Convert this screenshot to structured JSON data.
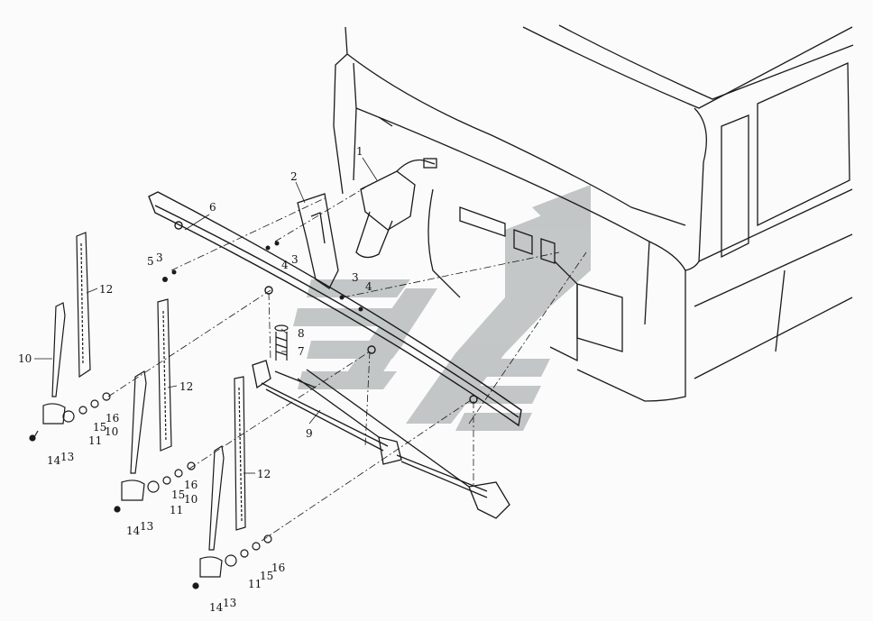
{
  "diagram": {
    "callouts": [
      {
        "id": "c1",
        "text": "1"
      },
      {
        "id": "c2",
        "text": "2"
      },
      {
        "id": "c6",
        "text": "6"
      },
      {
        "id": "c5a",
        "text": "5"
      },
      {
        "id": "c3a",
        "text": "3"
      },
      {
        "id": "c4a",
        "text": "4"
      },
      {
        "id": "c3b",
        "text": "3"
      },
      {
        "id": "c3c",
        "text": "3"
      },
      {
        "id": "c4b",
        "text": "4"
      },
      {
        "id": "c8",
        "text": "8"
      },
      {
        "id": "c7",
        "text": "7"
      },
      {
        "id": "c9",
        "text": "9"
      },
      {
        "id": "c12a",
        "text": "12"
      },
      {
        "id": "c12b",
        "text": "12"
      },
      {
        "id": "c12c",
        "text": "12"
      },
      {
        "id": "c10a",
        "text": "10"
      },
      {
        "id": "c10b",
        "text": "10"
      },
      {
        "id": "c10c",
        "text": "10"
      },
      {
        "id": "c11a",
        "text": "11"
      },
      {
        "id": "c11b",
        "text": "11"
      },
      {
        "id": "c11c",
        "text": "11"
      },
      {
        "id": "c15a",
        "text": "15"
      },
      {
        "id": "c15b",
        "text": "15"
      },
      {
        "id": "c15c",
        "text": "15"
      },
      {
        "id": "c16a",
        "text": "16"
      },
      {
        "id": "c16b",
        "text": "16"
      },
      {
        "id": "c16c",
        "text": "16"
      },
      {
        "id": "c14a",
        "text": "14"
      },
      {
        "id": "c14b",
        "text": "14"
      },
      {
        "id": "c14c",
        "text": "14"
      },
      {
        "id": "c13a",
        "text": "13"
      },
      {
        "id": "c13b",
        "text": "13"
      },
      {
        "id": "c13c",
        "text": "13"
      }
    ],
    "colors": {
      "line": "#1a1a1a",
      "watermark": "#b9bdbd",
      "background": "#fbfbfb"
    }
  }
}
